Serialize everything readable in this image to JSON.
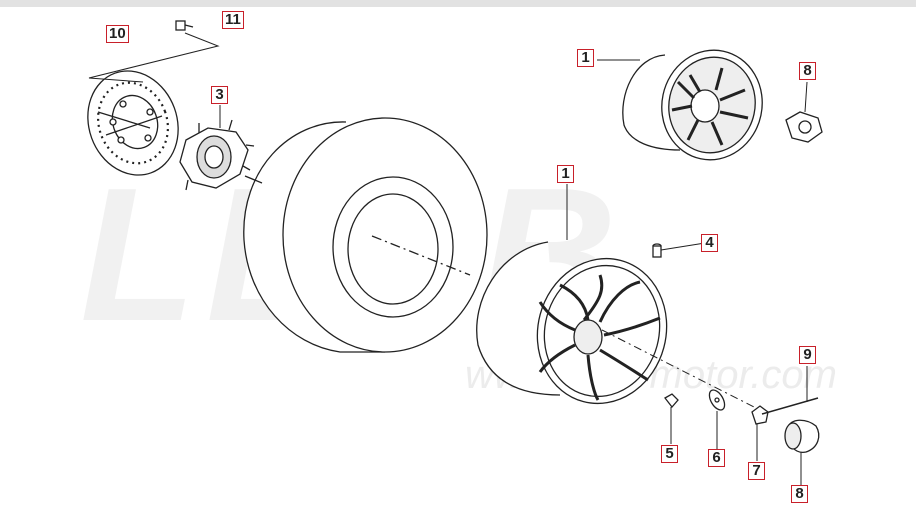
{
  "diagram": {
    "watermark_logo": "LEEB",
    "watermark_url": "www.leeb-motor.com",
    "callout_color": "#c8202a",
    "part_labels": {
      "brake_disc": "10",
      "disc_bolt": "11",
      "wheel_hub": "3",
      "rim_small": "1",
      "hub_cap_small": "8",
      "rim_main": "1",
      "valve": "4",
      "wheel_bolt": "5",
      "washer": "6",
      "nut": "7",
      "cotter_pin": "9",
      "hub_cap": "8"
    }
  }
}
